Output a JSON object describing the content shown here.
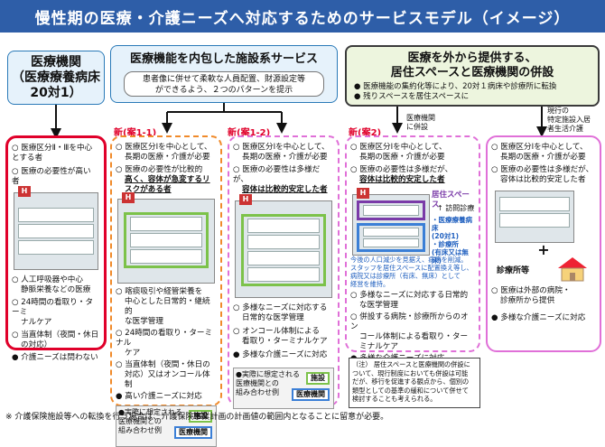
{
  "title": "慢性期の医療・介護ニーズへ対応するためのサービスモデル（イメージ）",
  "headers": {
    "left": [
      "医療機関",
      "（医療療養病床",
      "20対1）"
    ],
    "mid": "医療機能を内包した施設系サービス",
    "mid_sub": [
      "患者像に併せて柔軟な人員配置、財源設定等",
      "ができるよう、２つのパターンを提示"
    ],
    "right": [
      "医療を外から提供する、",
      "居住スペースと医療機関の併設"
    ],
    "right_bullets": [
      "● 医療機能の集約化等により、20対１病床や診療所に転換",
      "● 残りスペースを居住スペースに"
    ]
  },
  "labels": {
    "case11": "新(案1-1)",
    "case12": "新(案1-2)",
    "case2": "新(案2)",
    "heisetsu": [
      "医療機関",
      "に併設"
    ],
    "existing": [
      "現行の",
      "特定施設入居",
      "者生活介護"
    ],
    "kyoju": "居住スペース",
    "houmon": "訪問診療",
    "iryo_small": [
      "・医療療養病床",
      "(20対1)"
    ],
    "clinic_small": [
      "・診療所",
      "(有床又は無床)"
    ],
    "shinryosho": "診療所等",
    "plus": "+",
    "sisetsu": "施設",
    "iryokikan": "医療機関"
  },
  "col1": {
    "items": [
      "○ 医療区分Ⅱ・Ⅲを中心",
      "とする者",
      "○ 医療の必要性が高い",
      "者"
    ],
    "items2": [
      "○ 人工呼吸器や中心",
      "静脈栄養などの医療",
      "○ 24時間の看取り・ターミ",
      "ナルケア",
      "○ 当直体制（夜間・休日",
      "の対応）",
      "● 介護ニーズは問わない"
    ]
  },
  "col2": {
    "items": [
      "○ 医療区分Ⅰを中心として、",
      "長期の医療・介護が必要",
      "○ 医療の必要性が比較的",
      "高く、容体が急変するリ",
      "スクがある者"
    ],
    "items2": [
      "○ 喀痰吸引や経管栄養を",
      "中心とした日常的・継続的",
      "な医学管理",
      "○ 24時間の看取り・ターミナル",
      "ケア",
      "○ 当直体制（夜間・休日の",
      "対応）又はオンコール体制",
      "● 高い介護ニーズに対応"
    ],
    "combo": [
      "●実際に想定される",
      "医療機関との",
      "組み合わせ例"
    ]
  },
  "col3": {
    "items": [
      "○ 医療区分Ⅰを中心として、",
      "長期の医療・介護が必要",
      "○ 医療の必要性は多様だが、",
      "容体は比較的安定した者"
    ],
    "items2": [
      "○ 多様なニーズに対応する",
      "日常的な医学管理",
      "○ オンコール体制による",
      "看取り・ターミナルケア",
      "● 多様な介護ニーズに対応"
    ],
    "combo": [
      "●実際に想定される",
      "医療機関との",
      "組み合わせ例"
    ]
  },
  "col4": {
    "items": [
      "○ 医療区分Ⅰを中心として、",
      "長期の医療・介護が必要",
      "○ 医療の必要性は多様だが、",
      "容体は比較的安定した者"
    ],
    "mid_text": [
      "今後の人口減少を見据え、病床を削減。",
      "スタッフを居住スペースに配置換え等し、",
      "病院又は診療所（有床、無床）として",
      "経営を維持。"
    ],
    "items2": [
      "○ 多様なニーズに対応する日常的",
      "な医学管理",
      "○ 併設する病院・診療所からのオン",
      "コール体制による看取り・ターミナルケア",
      "● 多様な介護ニーズに対応"
    ]
  },
  "col5": {
    "items": [
      "○ 医療区分Ⅰを中心として、",
      "長期の医療・介護が必要",
      "○ 医療の必要性は多様だが、",
      "容体は比較的安定した者"
    ],
    "items2": [
      "○ 医療は外部の病院・",
      "診療所から提供",
      "● 多様な介護ニーズに対応"
    ]
  },
  "note": [
    "（注） 居住スペースと医療機関の併設に",
    "ついて、現行制度においても併設は可能",
    "だが、移行を促進する観点から、個別の",
    "類型としての基準の緩和について併せて",
    "検討することも考えられる。"
  ],
  "footnote": "※ 介護保険施設等への転換を行う場合は、介護保険事業計画の計画値の範囲内となることに留意が必要。",
  "colors": {
    "title_bg": "#2e5ea8",
    "red": "#e0002a",
    "orange": "#f08a2a",
    "pink": "#e070d8",
    "green": "#7cc24a",
    "blue": "#3b7fd6"
  }
}
